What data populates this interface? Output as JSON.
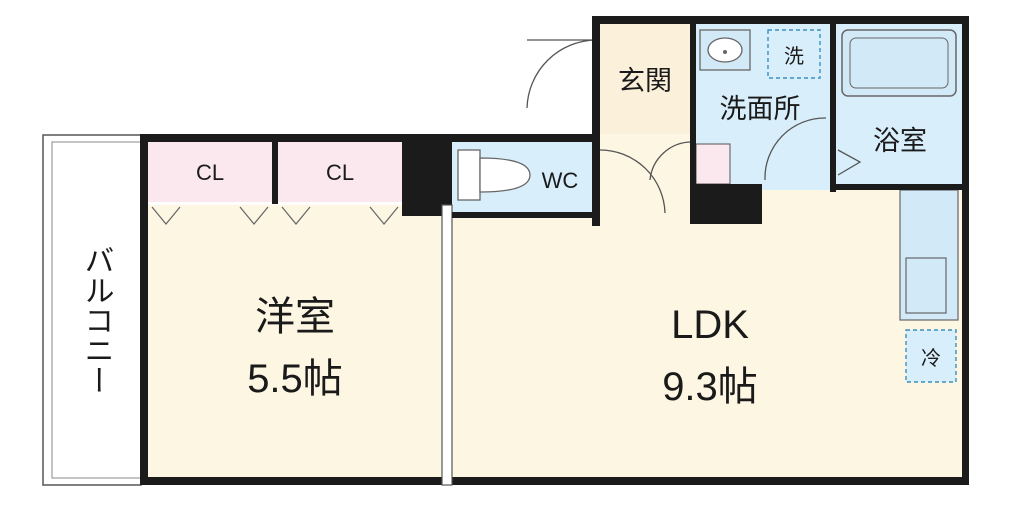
{
  "rooms": {
    "ldk": {
      "name": "LDK",
      "size": "9.3帖"
    },
    "western": {
      "name": "洋室",
      "size": "5.5帖"
    },
    "entrance": "玄関",
    "washroom": "洗面所",
    "bath": "浴室",
    "wc": "WC",
    "closet_1": "CL",
    "closet_2": "CL",
    "balcony": "バルコニー"
  },
  "fixtures": {
    "washer_space": "洗",
    "fridge_space": "冷"
  },
  "colors": {
    "wall": "#1b1b1b",
    "wood_floor": "#fdf6e3",
    "tile_floor": "#d9eefb",
    "closet": "#fbe8ee",
    "entrance_floor": "#fbf1da",
    "fixture": "#d2e9f7"
  }
}
